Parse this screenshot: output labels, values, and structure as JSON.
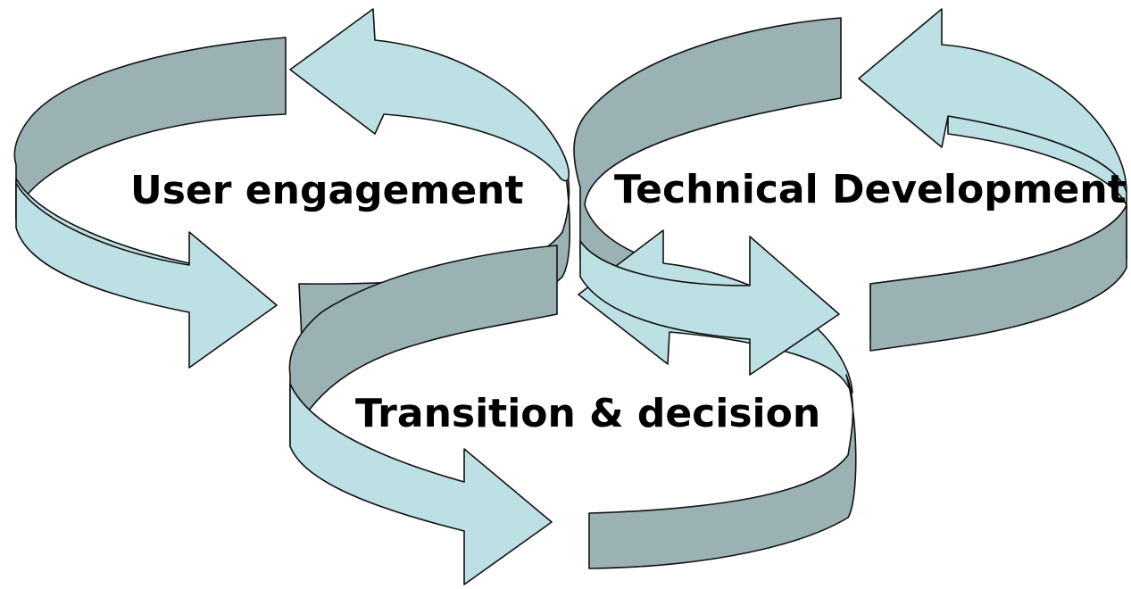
{
  "cycles": [
    {
      "id": "user",
      "label": "User engagement"
    },
    {
      "id": "tech",
      "label": "Technical Development"
    },
    {
      "id": "trans",
      "label": "Transition & decision"
    }
  ],
  "colors": {
    "band_front": "#bde0e4",
    "band_back": "#9ab2b4",
    "outline": "#111111",
    "background": "#ffffff"
  },
  "arrow_direction": "counter-clockwise"
}
